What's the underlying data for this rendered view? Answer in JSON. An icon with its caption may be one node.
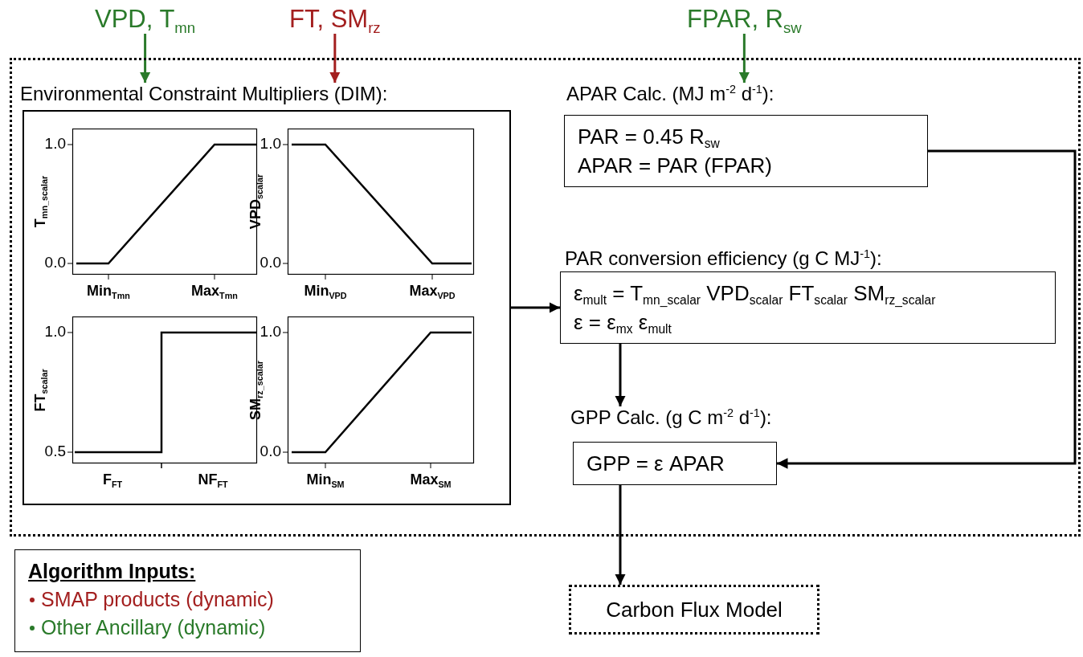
{
  "diagram": {
    "nodes": [
      {
        "text": [],
        "shape": "box"
      },
      {
        "text": [
          "VPD, T$_{mn}$"
        ]
      },
      {
        "text": [
          "FT, SM$_{rz}$"
        ]
      },
      {
        "text": [
          "FPAR, R$_{sw}$"
        ]
      },
      {
        "text": [
          "Environmental Constraint Multipliers (DIM):"
        ],
        "in": 0
      },
      {
        "text": [
          "APAR Calc. (MJ m$^{-2}$ d$^{-1}$):",
          "PAR = 0.45 R$_{sw}$",
          "APAR = PAR (FPAR)"
        ],
        "in": 0
      },
      {
        "text": [
          "PAR conversion efficiency (g C MJ$^{-1}$):",
          "ε$_{mult}$ = T$_{mn_scalar}$ VPD$_{scalar}$ FT$_{scalar}$ SM$_{rz_scalar}$",
          "ε = ε$_{mx}$ ε$_{mult}$"
        ],
        "in": 0
      },
      {
        "text": [
          "GPP Calc. (g C m$^{-2}$ d$^{-1}$):",
          "GPP = ε APAR"
        ],
        "in": 0
      },
      {
        "text": [
          "Carbon Flux Model"
        ]
      }
    ],
    "edges": [
      {
        "from": 1,
        "to": 4,
        "arrow": "to",
        "color": "#2a7a2a"
      },
      {
        "from": 2,
        "to": 4,
        "arrow": "to",
        "color": "#a31f1f"
      },
      {
        "from": 3,
        "to": 5,
        "arrow": "to",
        "color": "#2a7a2a"
      },
      {
        "from": 4,
        "to": 6,
        "arrow": "to"
      },
      {
        "from": 6,
        "to": 7,
        "arrow": "to"
      },
      {
        "from": 5,
        "to": 7,
        "arrow": "to"
      },
      {
        "from": 7,
        "to": 8,
        "arrow": "to"
      }
    ],
    "labels": [
      "1.0",
      "0.0",
      "T$_{mn_scalar}$",
      "Min$_{Tmn}$",
      "Max$_{Tmn}$",
      "1.0",
      "0.0",
      "VPD$_{scalar}$",
      "Min$_{VPD}$",
      "Max$_{VPD}$",
      "1.0",
      "0.5",
      "FT$_{scalar}$",
      "F$_{FT}$",
      "NF$_{FT}$",
      "1.0",
      "0.0",
      "SM$_{rz_scalar}$",
      "Min$_{SM}$",
      "Max$_{SM}$",
      "Algorithm Inputs:"
    ],
    "legend": [
      {
        "text": "SMAP products (dynamic)",
        "color": "#a31f1f"
      },
      {
        "text": "Other Ancillary (dynamic)",
        "color": "#2a7a2a"
      }
    ]
  }
}
